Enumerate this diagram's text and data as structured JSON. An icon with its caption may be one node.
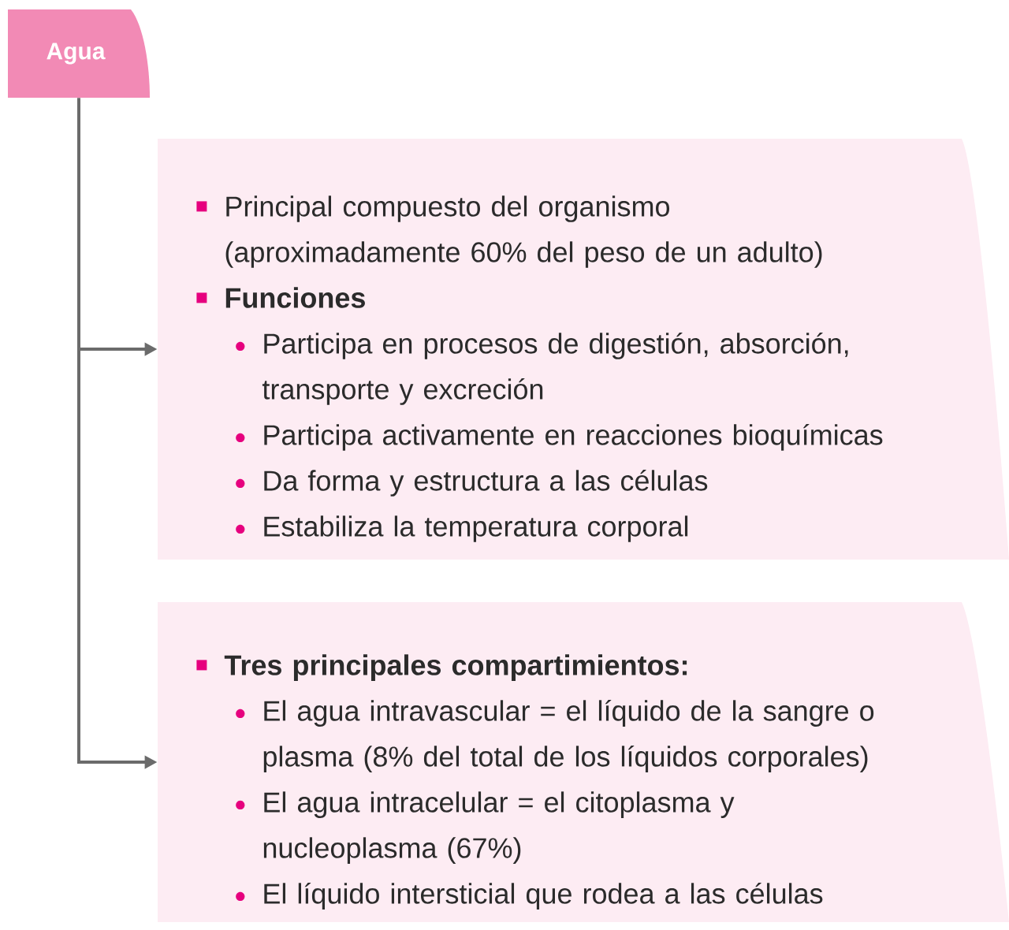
{
  "diagram": {
    "nodes": [
      {
        "text": [
          "Agua"
        ]
      },
      {
        "text": [
          "Principal compuesto del organismo (aproximadamente 60% del peso de un adulto)",
          "Funciones",
          "Participa en procesos de digestión, absorción, transporte y excreción",
          "Participa activamente en reacciones bioquímicas",
          "Da forma y estructura a las células",
          "Estabiliza la temperatura corporal"
        ]
      },
      {
        "text": [
          "Tres principales compartimientos:",
          "El agua intravascular = el líquido de la sangre o plasma (8% del total de los líquidos corporales)",
          "El agua intracelular = el citoplasma y nucleoplasma (67%)",
          "El líquido intersticial que rodea a las células"
        ]
      }
    ],
    "edges": [
      {
        "from": 0,
        "to": 1,
        "arrow": "to"
      },
      {
        "from": 0,
        "to": 2,
        "arrow": "to"
      }
    ]
  }
}
